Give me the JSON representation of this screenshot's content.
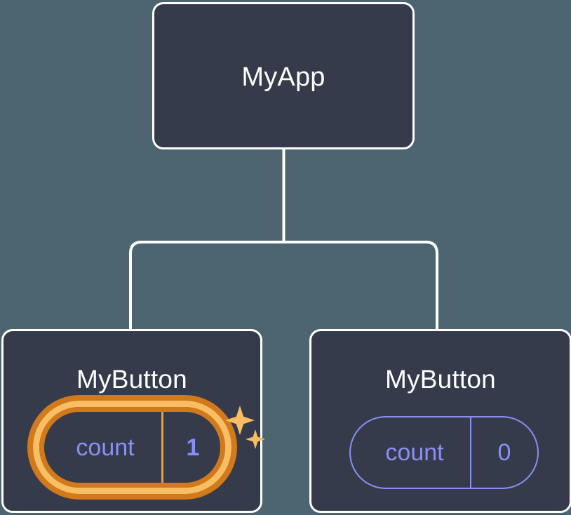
{
  "diagram": {
    "type": "component-tree",
    "background_color": "#4c6570",
    "node_fill": "#353b4a",
    "node_border_color": "#ffffff",
    "connector_color": "#ffffff",
    "accent_highlight_color": "#f9bd63",
    "accent_highlight_shadow_color": "#d2791b",
    "state_color": "#8b8ff5",
    "root": {
      "title": "MyApp"
    },
    "children": [
      {
        "title": "MyButton",
        "state": {
          "key": "count",
          "value": "1"
        },
        "highlighted": true,
        "sparkle_large": "sparkle-icon",
        "sparkle_small": "sparkle-icon"
      },
      {
        "title": "MyButton",
        "state": {
          "key": "count",
          "value": "0"
        },
        "highlighted": false
      }
    ]
  }
}
